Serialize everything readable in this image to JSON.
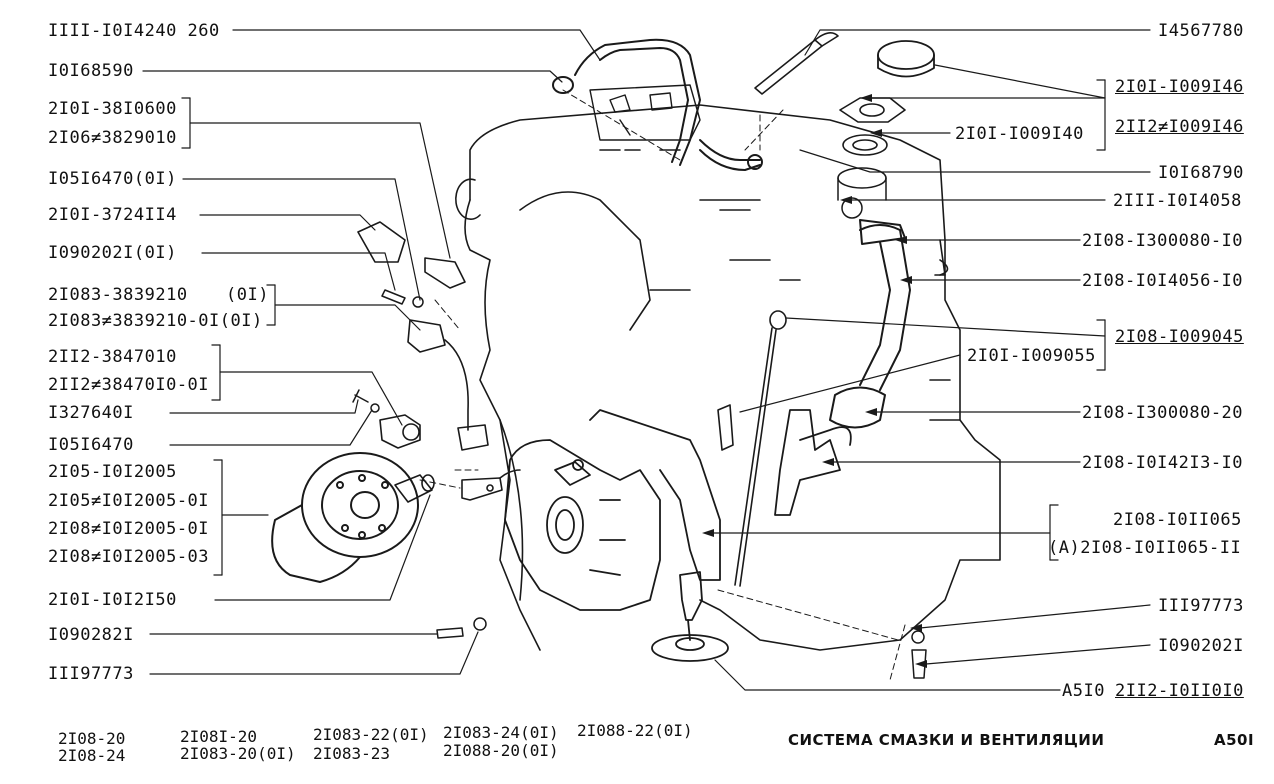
{
  "diagram": {
    "left_callouts": [
      "IIII-I0I4240 260",
      "I0I68590",
      "2I0I-38I0600",
      "2I06≠3829010",
      "I05I6470(0I)",
      "2I0I-3724II4",
      "I090202I(0I)",
      "2I083-3839210",
      "(0I)",
      "2I083≠3839210-0I(0I)",
      "2II2-3847010",
      "2II2≠38470I0-0I",
      "I327640I",
      "I05I6470",
      "2I05-I0I2005",
      "2I05≠I0I2005-0I",
      "2I08≠I0I2005-0I",
      "2I08≠I0I2005-03",
      "2I0I-I0I2I50",
      "I090282I",
      "III97773"
    ],
    "right_callouts": [
      "I4567780",
      "2I0I-I009I46",
      "2I0I-I009I40",
      "2II2≠I009I46",
      "I0I68790",
      "2III-I0I4058",
      "2I08-I300080-I0",
      "2I08-I0I4056-I0",
      "2I08-I009045",
      "2I0I-I009055",
      "2I08-I300080-20",
      "2I08-I0I42I3-I0",
      "2I08-I0II065",
      "(A)2I08-I0II065-II",
      "III97773",
      "I090202I",
      "A5I0",
      "2II2-I0II0I0"
    ]
  },
  "footer": {
    "models": [
      "2I08-20",
      "2I08-24",
      "2I08I-20",
      "2I083-20(0I)",
      "2I083-22(0I)",
      "2I083-23",
      "2I083-24(0I)",
      "2I088-20(0I)",
      "2I088-22(0I)"
    ],
    "title": "СИСТЕМА СМАЗКИ И ВЕНТИЛЯЦИИ",
    "page": "A50I"
  }
}
